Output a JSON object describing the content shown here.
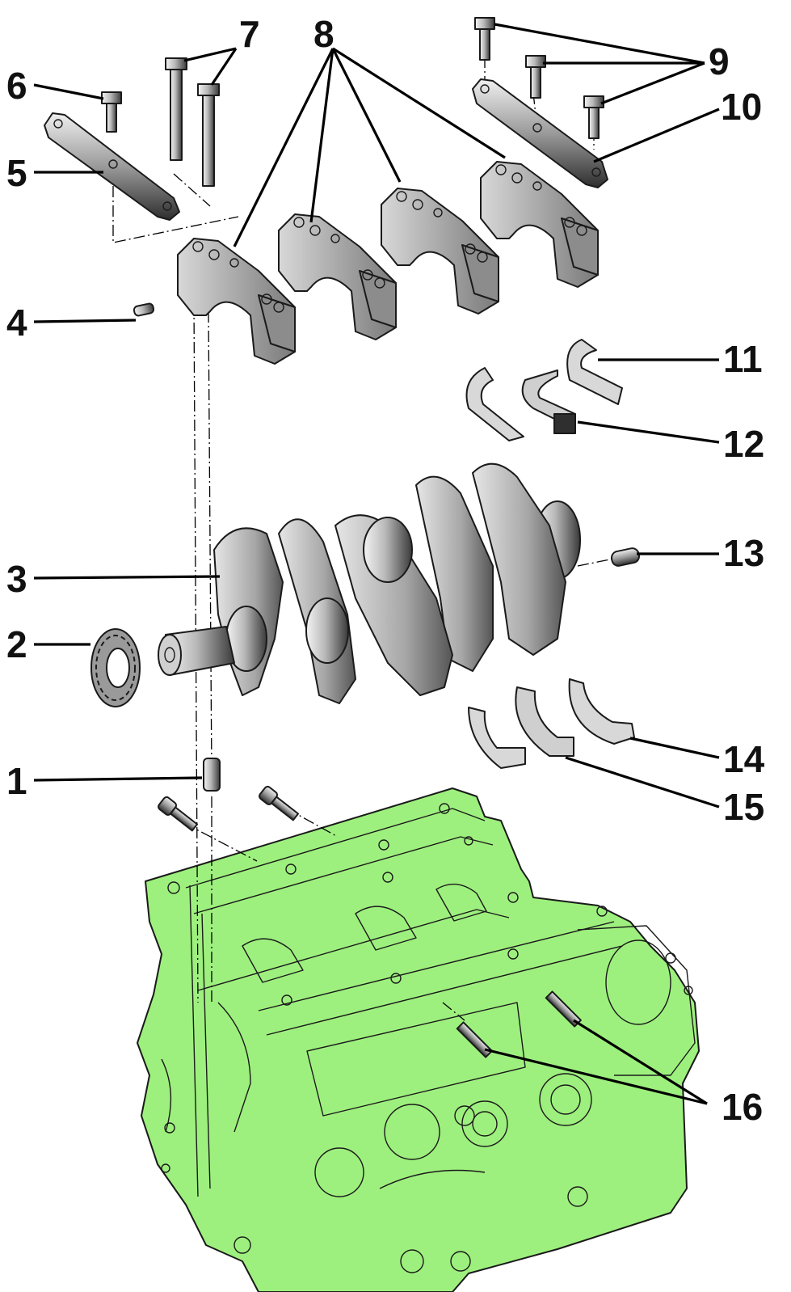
{
  "colors": {
    "block_fill": "#9ef07e",
    "metal_light": "#e8e8e8",
    "metal_mid": "#a8a8a8",
    "metal_dark": "#3c3c3c"
  },
  "parts": [
    {
      "id": "1",
      "label": "1"
    },
    {
      "id": "2",
      "label": "2"
    },
    {
      "id": "3",
      "label": "3"
    },
    {
      "id": "4",
      "label": "4"
    },
    {
      "id": "5",
      "label": "5"
    },
    {
      "id": "6",
      "label": "6"
    },
    {
      "id": "7",
      "label": "7"
    },
    {
      "id": "8",
      "label": "8"
    },
    {
      "id": "9",
      "label": "9"
    },
    {
      "id": "10",
      "label": "10"
    },
    {
      "id": "11",
      "label": "11"
    },
    {
      "id": "12",
      "label": "12"
    },
    {
      "id": "13",
      "label": "13"
    },
    {
      "id": "14",
      "label": "14"
    },
    {
      "id": "15",
      "label": "15"
    },
    {
      "id": "16",
      "label": "16"
    }
  ]
}
